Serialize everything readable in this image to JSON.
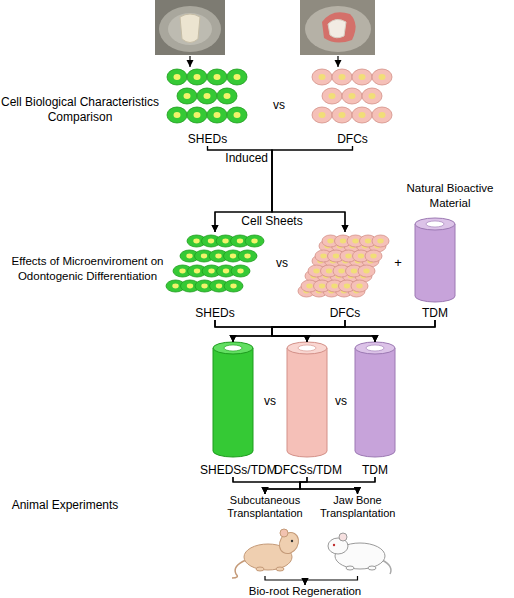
{
  "diagram": {
    "nodes": [
      {
        "text": [
          "SHEDs"
        ]
      },
      {
        "text": [
          "DFCs"
        ]
      },
      {
        "text": [
          "SHEDs"
        ]
      },
      {
        "text": [
          "DFCs"
        ]
      },
      {
        "text": [
          "TDM"
        ]
      },
      {
        "text": [
          "SHEDSs/TDM"
        ]
      },
      {
        "text": [
          "DFCSs/TDM"
        ]
      },
      {
        "text": [
          "TDM"
        ]
      },
      {
        "text": [
          "Subcutaneous Transplantation"
        ]
      },
      {
        "text": [
          "Jaw Bone Transplantation"
        ]
      },
      {
        "text": [
          "Bio-root Regeneration"
        ]
      }
    ],
    "edges": [
      {
        "from": 0,
        "to": 2,
        "arrow": "to"
      },
      {
        "from": 0,
        "to": 3,
        "arrow": "to"
      },
      {
        "from": 1,
        "to": 2,
        "arrow": "to"
      },
      {
        "from": 1,
        "to": 3,
        "arrow": "to"
      },
      {
        "from": 2,
        "to": 5,
        "arrow": "to"
      },
      {
        "from": 2,
        "to": 6,
        "arrow": "to"
      },
      {
        "from": 2,
        "to": 7,
        "arrow": "to"
      },
      {
        "from": 3,
        "to": 5,
        "arrow": "to"
      },
      {
        "from": 3,
        "to": 6,
        "arrow": "to"
      },
      {
        "from": 3,
        "to": 7,
        "arrow": "to"
      },
      {
        "from": 4,
        "to": 5,
        "arrow": "to"
      },
      {
        "from": 4,
        "to": 6,
        "arrow": "to"
      },
      {
        "from": 4,
        "to": 7,
        "arrow": "to"
      },
      {
        "from": 5,
        "to": 8,
        "arrow": "to"
      },
      {
        "from": 5,
        "to": 9,
        "arrow": "to"
      },
      {
        "from": 6,
        "to": 8,
        "arrow": "to"
      },
      {
        "from": 6,
        "to": 9,
        "arrow": "to"
      },
      {
        "from": 7,
        "to": 8,
        "arrow": "to"
      },
      {
        "from": 7,
        "to": 9,
        "arrow": "to"
      },
      {
        "from": 8,
        "to": 10,
        "arrow": "to"
      },
      {
        "from": 9,
        "to": 10,
        "arrow": "to"
      }
    ],
    "labels": [
      "Cell Biological Characteristics Comparison",
      "vs",
      "Induced",
      "Cell Sheets",
      "Natural Bioactive Material",
      "Effects of Microenviroment on Odontogenic Differentiation",
      "vs",
      "+",
      "vs",
      "vs",
      "Animal Experiments"
    ]
  }
}
